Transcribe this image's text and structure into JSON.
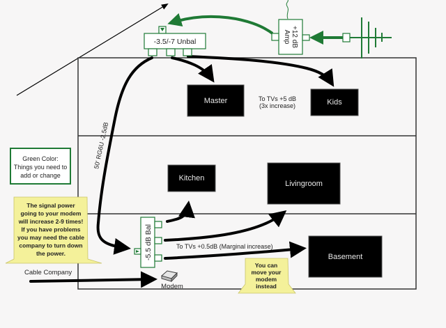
{
  "diagram": {
    "colors": {
      "background": "#f7f6f6",
      "green": "#1f7a35",
      "room_fill": "#000000",
      "note_fill": "#f4f19a",
      "wall": "#333333"
    },
    "splitter_top": {
      "label": "-3.5/-7 Unbal"
    },
    "amplifier": {
      "label_line1": "+12 dB",
      "label_line2": "Amp"
    },
    "antenna": {
      "icon": "antenna-icon"
    },
    "cable_run": {
      "label": "50' RG6U -2.5dB"
    },
    "rooms": {
      "master": "Master",
      "kids": "Kids",
      "kitchen": "Kitchen",
      "livingroom": "Livingroom",
      "basement": "Basement"
    },
    "upper_floor_note": {
      "line1": "To TVs +5 dB",
      "line2": "(3x increase)"
    },
    "splitter_bottom": {
      "label": "-5.5 dB Bal"
    },
    "lower_floor_note": "To TVs +0.5dB (Marginal increase)",
    "legend": {
      "line1": "Green Color:",
      "line2": "Things you need to",
      "line3": "add or change"
    },
    "note_signal": {
      "lines": [
        "The signal power",
        "going to your modem",
        "will increase 2-9 times!",
        "If you have problems",
        "you may need the cable",
        "company to turn down",
        "the power."
      ]
    },
    "note_modem": {
      "lines": [
        "You can",
        "move your",
        "modem",
        "instead"
      ]
    },
    "cable_company": "Cable Company",
    "modem": {
      "label": "Modem",
      "icon": "modem-icon"
    }
  }
}
